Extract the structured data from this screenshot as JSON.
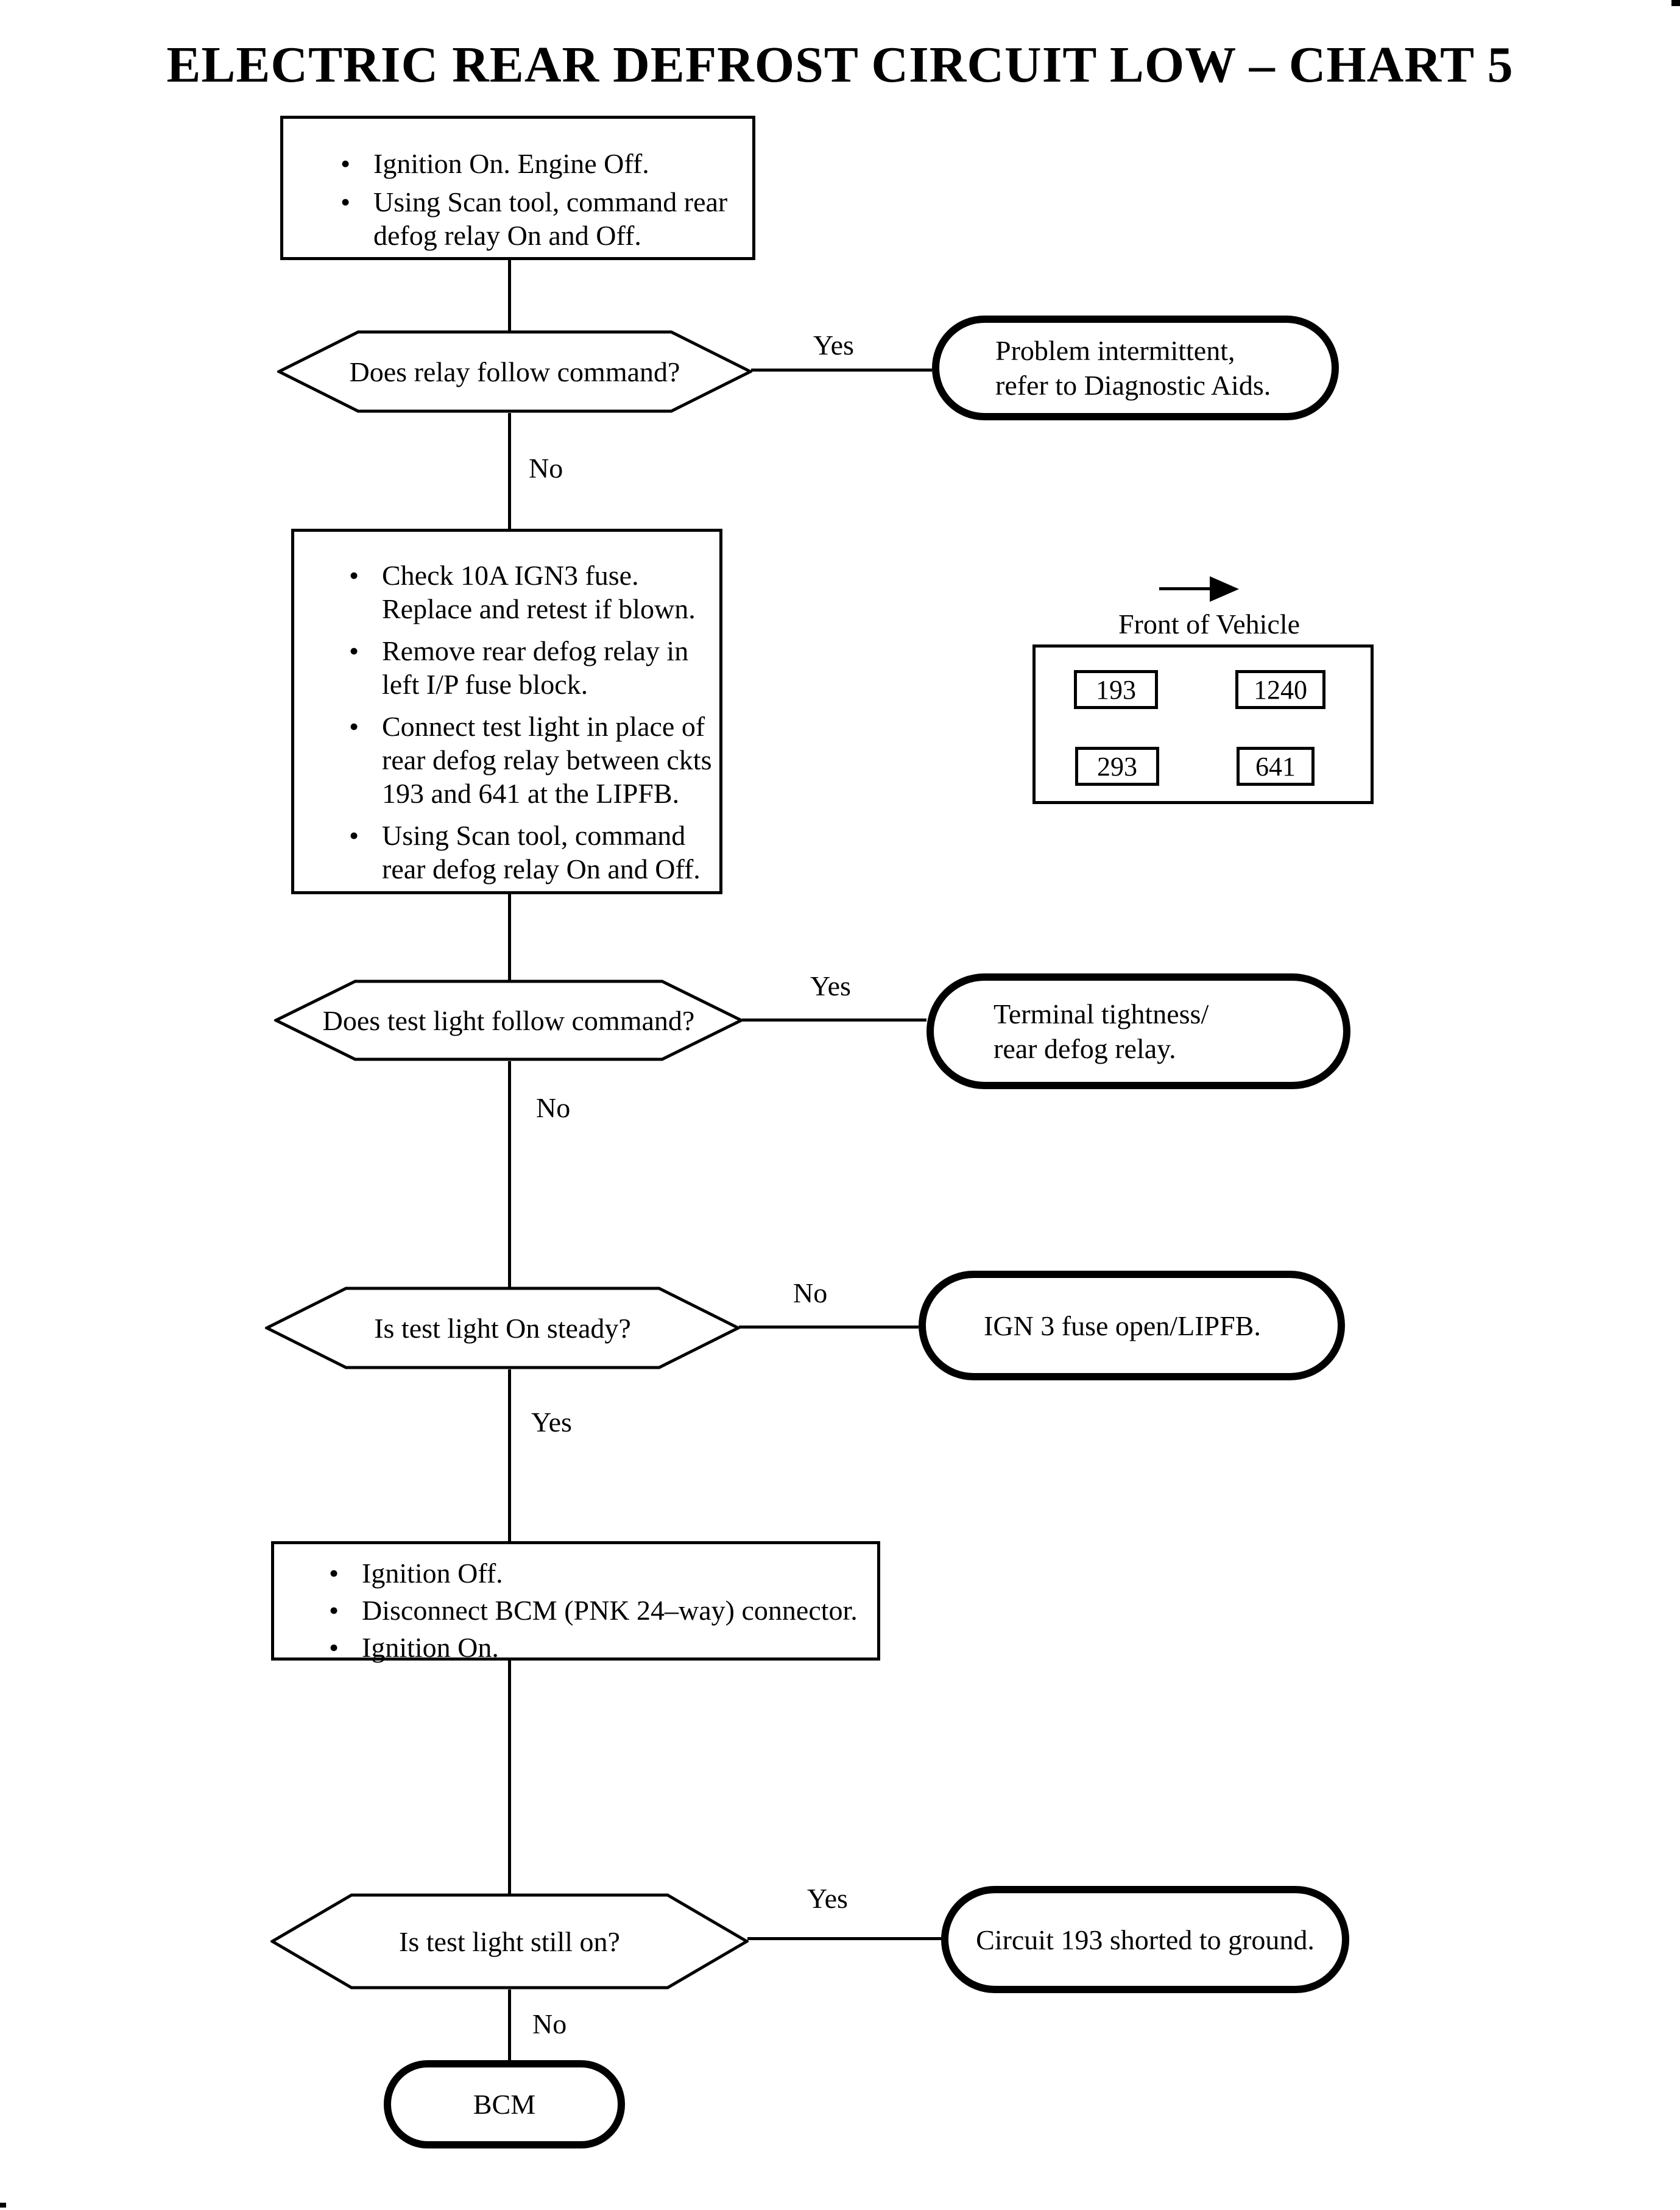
{
  "title": "ELECTRIC REAR DEFROST CIRCUIT LOW – CHART 5",
  "glyphs": {
    "bullet": "•"
  },
  "colors": {
    "ink": "#000000",
    "paper": "#ffffff"
  },
  "nodes": {
    "start_box": {
      "bullets": [
        "Ignition On. Engine Off.",
        "Using Scan tool, command rear\ndefog relay On and Off."
      ]
    },
    "q_relay": {
      "question": "Does relay follow command?",
      "yes_label": "Yes",
      "no_label": "No"
    },
    "r_intermittent": {
      "text": "Problem intermittent,\nrefer to Diagnostic Aids."
    },
    "check_box": {
      "bullets": [
        "Check 10A IGN3 fuse.\nReplace and retest if blown.",
        "Remove rear defog relay in\nleft I/P fuse block.",
        "Connect test light in place of\nrear defog relay between ckts\n193 and 641 at the LIPFB.",
        "Using Scan tool, command\nrear defog relay On and Off."
      ]
    },
    "fuse_diagram": {
      "caption": "Front of Vehicle",
      "cells": [
        "193",
        "1240",
        "293",
        "641"
      ]
    },
    "q_testlight": {
      "question": "Does test light follow command?",
      "yes_label": "Yes",
      "no_label": "No"
    },
    "r_terminal": {
      "text": "Terminal tightness/\nrear defog relay."
    },
    "q_steady": {
      "question": "Is test light On steady?",
      "no_label": "No",
      "yes_label": "Yes"
    },
    "r_ign3": {
      "text": "IGN 3 fuse open/LIPFB."
    },
    "bcm_disconnect_box": {
      "bullets": [
        "Ignition Off.",
        "Disconnect BCM (PNK 24–way) connector.",
        "Ignition On."
      ]
    },
    "q_still_on": {
      "question": "Is test light still on?",
      "yes_label": "Yes",
      "no_label": "No"
    },
    "r_shorted": {
      "text": "Circuit 193 shorted to ground."
    },
    "t_bcm": {
      "text": "BCM"
    }
  }
}
